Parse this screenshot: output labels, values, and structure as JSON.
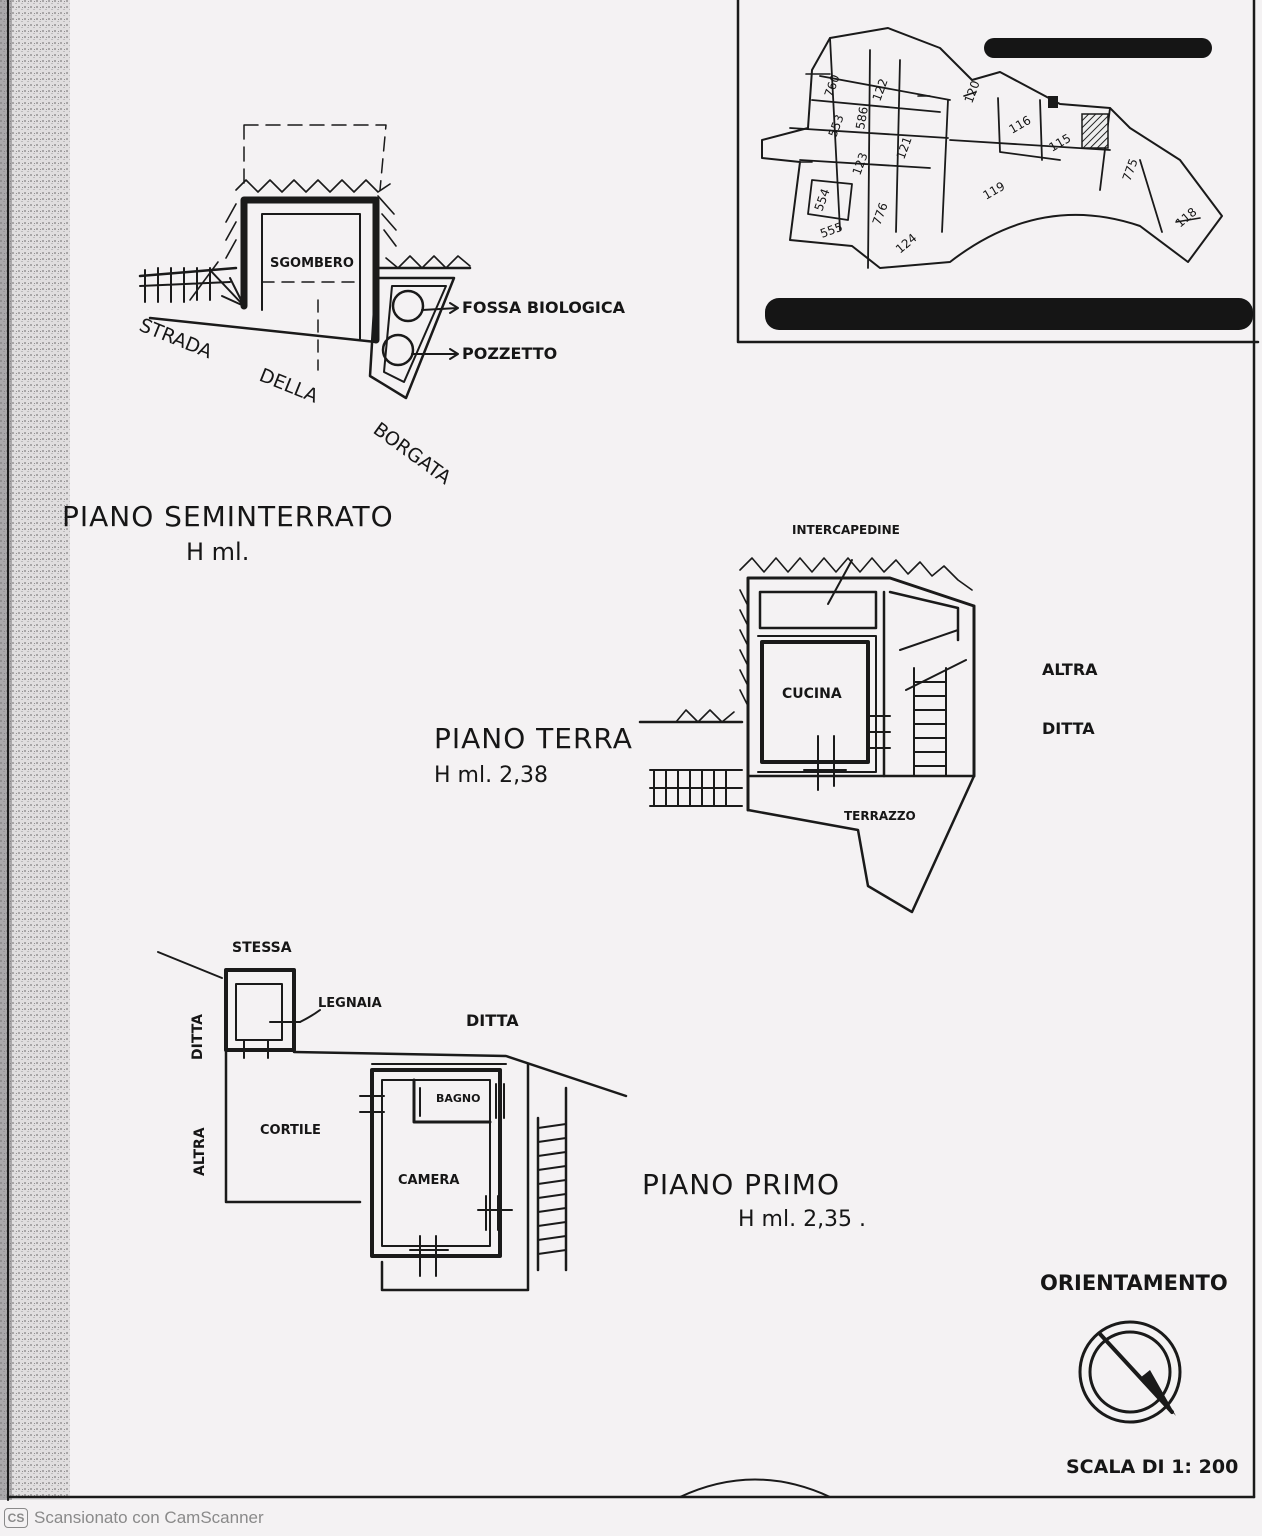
{
  "floors": {
    "seminterrato": {
      "title": "PIANO SEMINTERRATO",
      "height": "H ml."
    },
    "terra": {
      "title": "PIANO TERRA",
      "height": "H ml. 2,38"
    },
    "primo": {
      "title": "PIANO PRIMO",
      "height": "H ml. 2,35 ."
    }
  },
  "rooms": {
    "sgombero": "SGOMBERO",
    "fossa": "FOSSA BIOLOGICA",
    "pozzetto": "POZZETTO",
    "intercapedine": "INTERCAPEDINE",
    "cucina": "CUCINA",
    "terrazzo": "TERRAZZO",
    "legnaia": "LEGNAIA",
    "cortile": "CORTILE",
    "bagno": "BAGNO",
    "camera": "CAMERA"
  },
  "road": {
    "word1": "STRADA",
    "word2": "DELLA",
    "word3": "BORGATA"
  },
  "neighbors": {
    "altra": "ALTRA",
    "ditta": "DITTA",
    "stessa": "STESSA",
    "ditta_vertical": "DITTA",
    "altra_vertical": "ALTRA",
    "ditta_primo": "DITTA"
  },
  "map_parcels": [
    "760",
    "122",
    "120",
    "553",
    "586",
    "121",
    "116",
    "115",
    "123",
    "554",
    "555",
    "776",
    "119",
    "124",
    "775",
    "118"
  ],
  "orientation": "ORIENTAMENTO",
  "scale": "SCALA DI 1: 200",
  "footer": {
    "logo": "CS",
    "text": "Scansionato con CamScanner"
  }
}
